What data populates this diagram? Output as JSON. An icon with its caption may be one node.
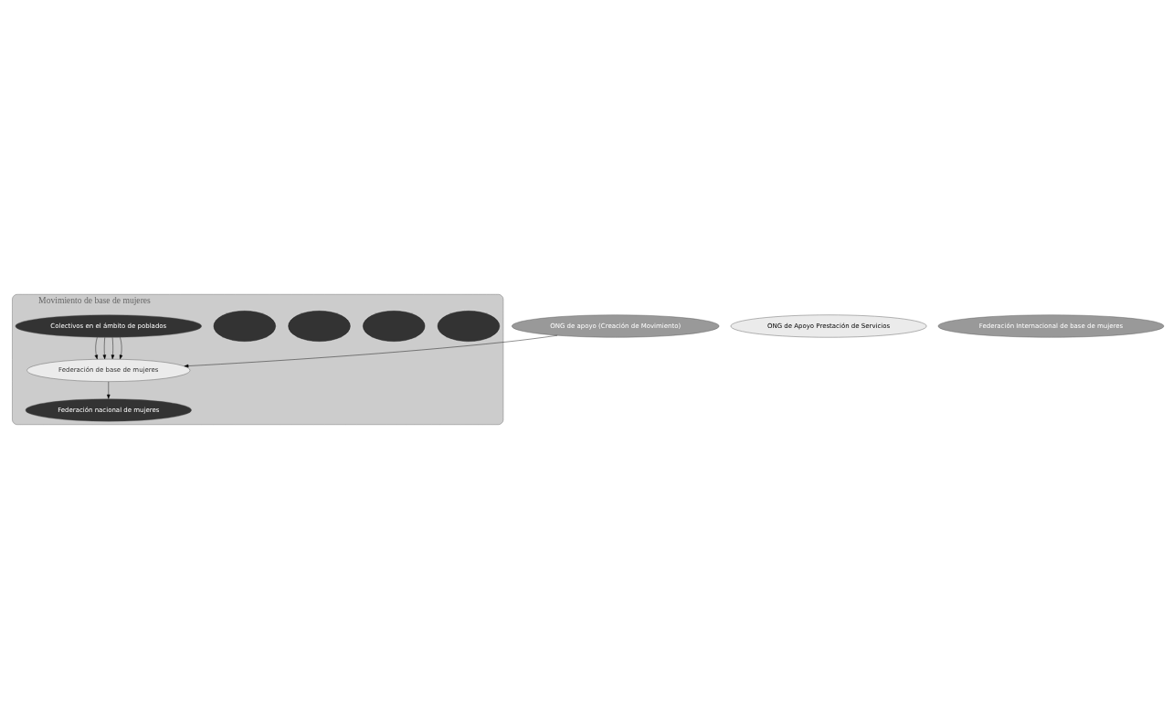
{
  "diagram": {
    "nodes": [
      {
        "text": [
          "Movimiento de base de mujeres"
        ]
      },
      {
        "text": [
          "ONG de Apoyo Prestación de Servicios"
        ]
      },
      {
        "text": [
          "Federación de base de mujeres"
        ],
        "in": 0
      },
      {
        "text": [],
        "shape": "ellipse",
        "in": 0
      },
      {
        "text": [],
        "shape": "ellipse",
        "in": 0
      },
      {
        "text": [],
        "shape": "ellipse",
        "in": 0
      },
      {
        "text": [],
        "shape": "ellipse",
        "in": 0
      },
      {
        "text": [
          "Colectivos en el ámbito de poblados"
        ],
        "in": 0
      },
      {
        "text": [
          "ONG de apoyo (Creación de Movimiento)"
        ]
      },
      {
        "text": [
          "Federación nacional de mujeres"
        ],
        "in": 0
      },
      {
        "text": [
          "Federación Internacional de base de mujeres"
        ]
      }
    ],
    "edges": [
      {
        "from": 7,
        "to": 2,
        "arrow": "to"
      },
      {
        "from": 7,
        "to": 2,
        "arrow": "to"
      },
      {
        "from": 7,
        "to": 2,
        "arrow": "to"
      },
      {
        "from": 7,
        "to": 2,
        "arrow": "to"
      },
      {
        "from": 8,
        "to": 2,
        "arrow": "to"
      },
      {
        "from": 2,
        "to": 9,
        "arrow": "to"
      }
    ]
  }
}
